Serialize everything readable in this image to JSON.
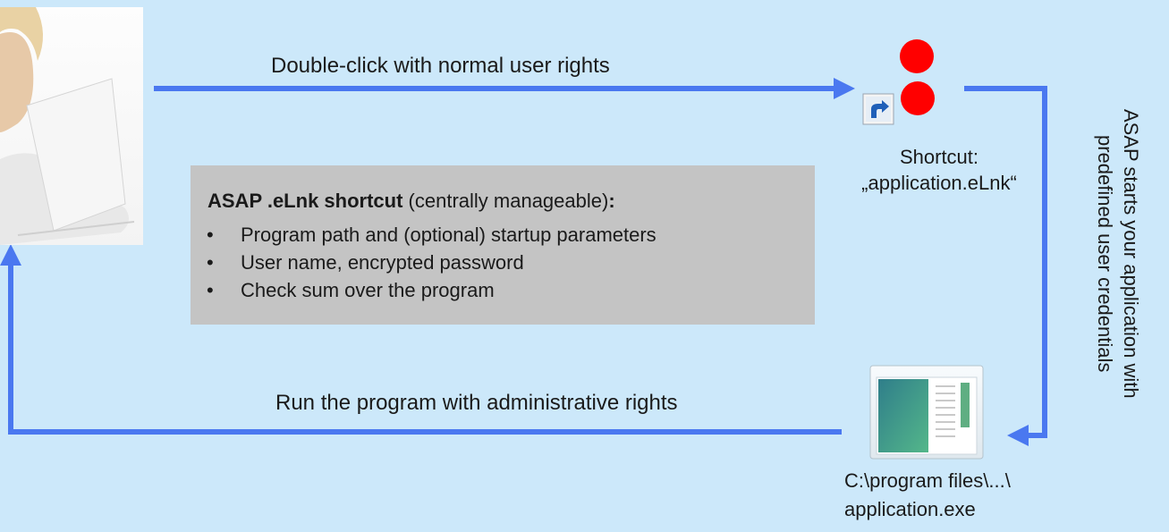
{
  "arrows": {
    "top_label": "Double-click with normal user rights",
    "bottom_label": "Run the program with administrative rights",
    "color": "#4a78f0"
  },
  "info_box": {
    "title_bold": "ASAP .eLnk shortcut",
    "title_normal": " (centrally manageable)",
    "title_colon": ":",
    "items": [
      "Program path and (optional) startup parameters",
      "User name, encrypted password",
      "Check sum over the program"
    ]
  },
  "shortcut": {
    "label_line1": "Shortcut:",
    "label_line2": "„application.eLnk“"
  },
  "side_text": {
    "line1": "ASAP starts your application with",
    "line2": "predefined user credentials"
  },
  "program": {
    "label_line1": "C:\\program files\\...\\",
    "label_line2": "application.exe"
  },
  "colors": {
    "background": "#cce8fa",
    "info_box": "#c4c4c4",
    "marker": "#ff0000"
  }
}
